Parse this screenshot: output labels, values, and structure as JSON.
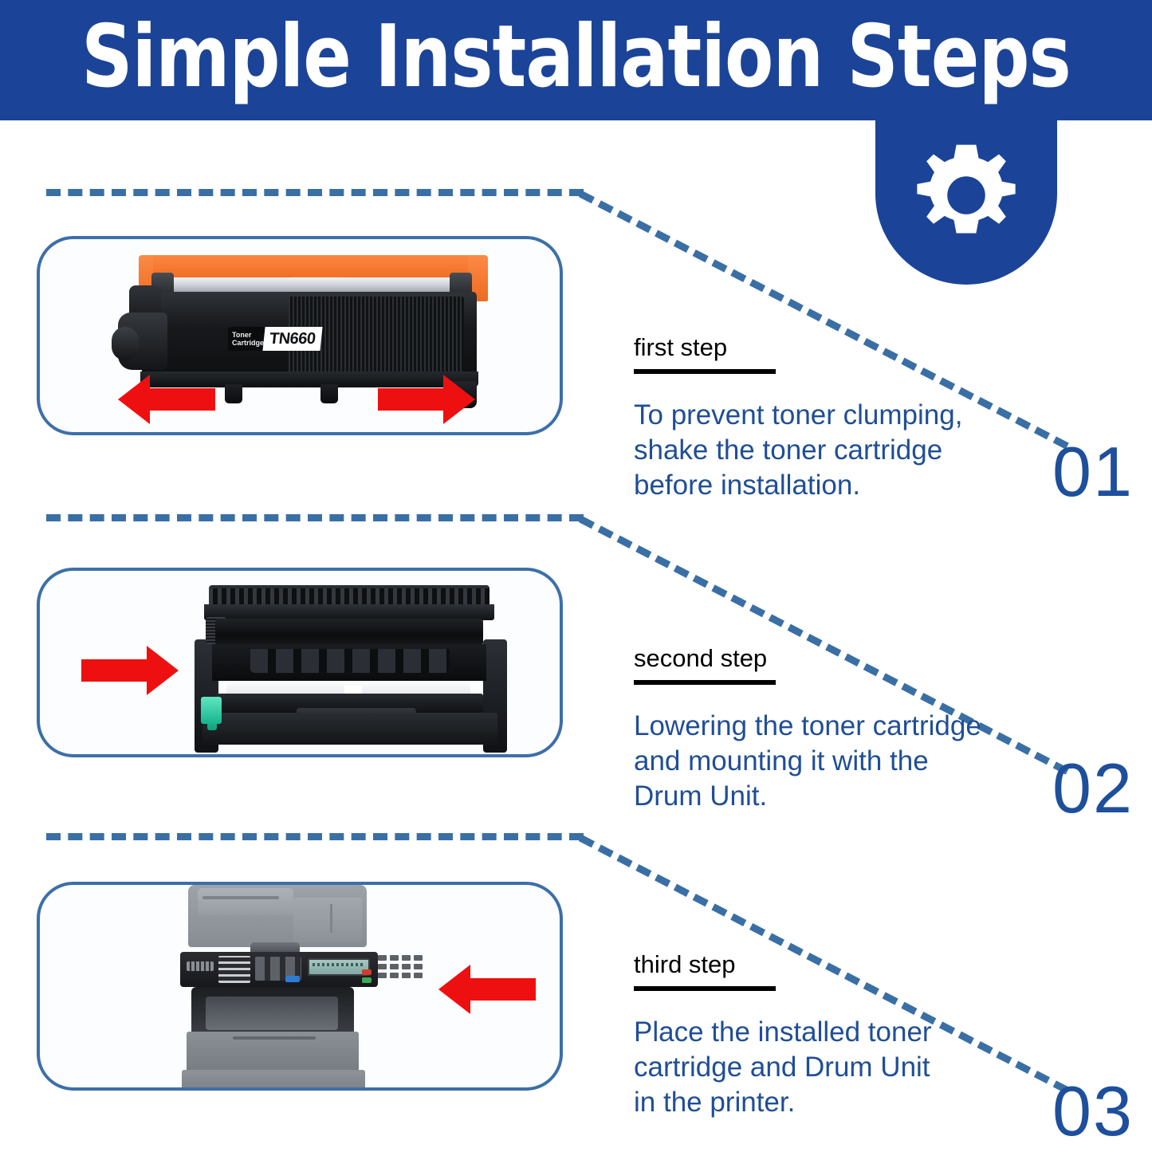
{
  "header": {
    "title": "Simple Installation Steps",
    "background_color": "#1B4498",
    "text_color": "#FFFFFF"
  },
  "badge": {
    "icon": "gear-icon",
    "shape": "rounded-bottom-shield",
    "fill_color": "#1B4498",
    "icon_color": "#FFFFFF"
  },
  "theme": {
    "accent_blue": "#1B4498",
    "body_text_blue": "#1F4E96",
    "number_blue": "#1E4F9C",
    "dash_blue": "#3A6FA5",
    "card_border_blue": "#3C6FA8",
    "arrow_red": "#EE1010",
    "title_black": "#000000"
  },
  "steps": [
    {
      "number": "01",
      "title": "first step",
      "body": "To prevent toner clumping,\nshake the toner cartridge\nbefore installation.",
      "illustration": "toner-cartridge",
      "arrows": [
        "arrow-left",
        "arrow-right"
      ]
    },
    {
      "number": "02",
      "title": "second step",
      "body": "Lowering the toner cartridge\nand mounting it with the\nDrum Unit.",
      "illustration": "drum-unit",
      "arrows": [
        "arrow-right"
      ]
    },
    {
      "number": "03",
      "title": "third step",
      "body": "Place the installed toner\ncartridge and Drum Unit\nin the printer.",
      "illustration": "printer",
      "arrows": [
        "arrow-left"
      ]
    }
  ],
  "toner_cartridge": {
    "label_line1": "Toner",
    "label_line2": "Cartridge",
    "model": "TN660",
    "shell_color": "#17191C",
    "handle_color": "#F26F26"
  },
  "drum_unit": {
    "shell_color": "#17191C",
    "lever_color": "#18B48D"
  },
  "printer": {
    "shell_color": "#8E939A",
    "panel_color": "#1F2124"
  }
}
